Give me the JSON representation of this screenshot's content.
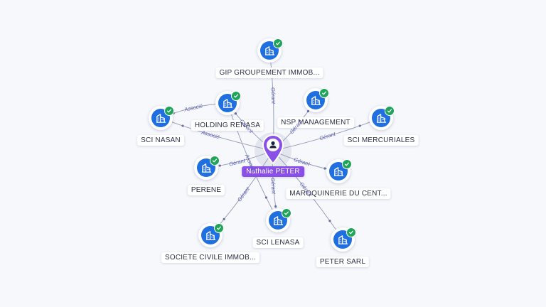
{
  "center": {
    "name": "Nathalie PETER",
    "icon": "person-icon",
    "color": "#8a4fe8"
  },
  "companies": [
    {
      "id": "gip",
      "label": "GIP GROUPEMENT IMMOB...",
      "relation": "Gérant"
    },
    {
      "id": "holding",
      "label": "HOLDING RENASA",
      "relation": "Gérant"
    },
    {
      "id": "nsp",
      "label": "NSP MANAGEMENT",
      "relation": "Gérant"
    },
    {
      "id": "scinasan",
      "label": "SCI NASAN",
      "relation": "Associé"
    },
    {
      "id": "mercuriales",
      "label": "SCI MERCURIALES",
      "relation": "Gérant"
    },
    {
      "id": "perene",
      "label": "PERENE",
      "relation": "Gérant"
    },
    {
      "id": "maroq",
      "label": "MAROQUINERIE DU CENT...",
      "relation": "Gérant"
    },
    {
      "id": "sociv",
      "label": "SOCIETE CIVILE IMMOB...",
      "relation": "Gérant"
    },
    {
      "id": "lenasa",
      "label": "SCI LENASA",
      "relation": "Gérant"
    },
    {
      "id": "petersarl",
      "label": "PETER SARL",
      "relation": "Gérant"
    }
  ],
  "secondary_relations": [
    {
      "from": "holding",
      "to": "scinasan",
      "relation": "Associé"
    },
    {
      "from": "holding",
      "to": "lenasa",
      "relation": "Associé"
    }
  ],
  "icons": {
    "company": "building-icon",
    "verified": "check-badge-icon"
  },
  "colors": {
    "company_node": "#1f6fe0",
    "verified": "#1fa55a",
    "edge": "#9aa0b8",
    "edge_label": "#5a5fb0"
  }
}
